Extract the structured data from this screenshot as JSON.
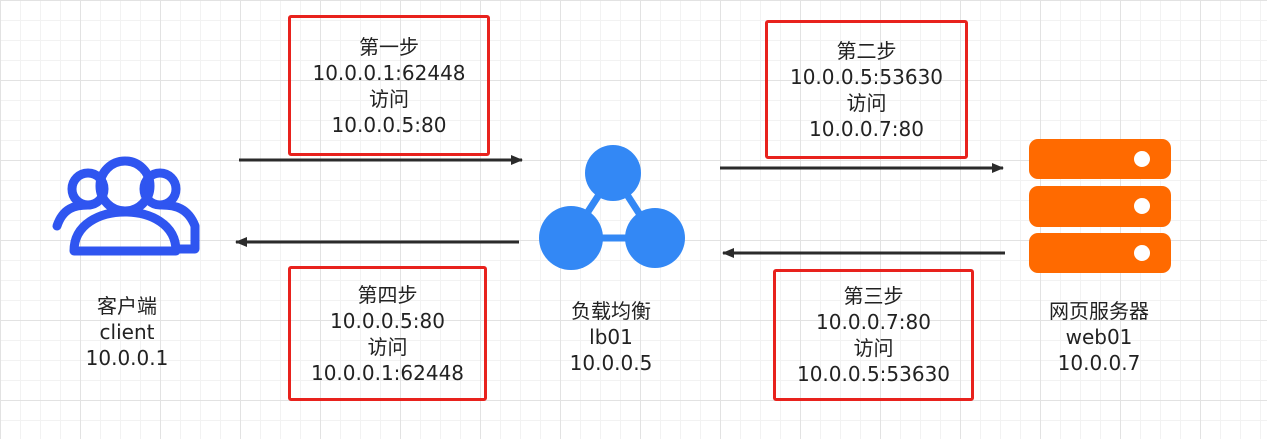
{
  "colors": {
    "client_icon": "#2f55f0",
    "lb_icon": "#3388f5",
    "server_icon": "#ff6a00",
    "box_border": "#e8221d",
    "arrow": "#2b2b2b"
  },
  "nodes": {
    "client": {
      "icon": "users-icon",
      "name": "客户端",
      "host": "client",
      "ip": "10.0.0.1"
    },
    "lb": {
      "icon": "load-balancer-icon",
      "name": "负载均衡",
      "host": "lb01",
      "ip": "10.0.0.5"
    },
    "web": {
      "icon": "server-icon",
      "name": "网页服务器",
      "host": "web01",
      "ip": "10.0.0.7"
    }
  },
  "steps": {
    "step1": {
      "title": "第一步",
      "from": "10.0.0.1:62448",
      "verb": "访问",
      "to": "10.0.0.5:80"
    },
    "step2": {
      "title": "第二步",
      "from": "10.0.0.5:53630",
      "verb": "访问",
      "to": "10.0.0.7:80"
    },
    "step3": {
      "title": "第三步",
      "from": "10.0.0.7:80",
      "verb": "访问",
      "to": "10.0.0.5:53630"
    },
    "step4": {
      "title": "第四步",
      "from": "10.0.0.5:80",
      "verb": "访问",
      "to": "10.0.0.1:62448"
    }
  }
}
